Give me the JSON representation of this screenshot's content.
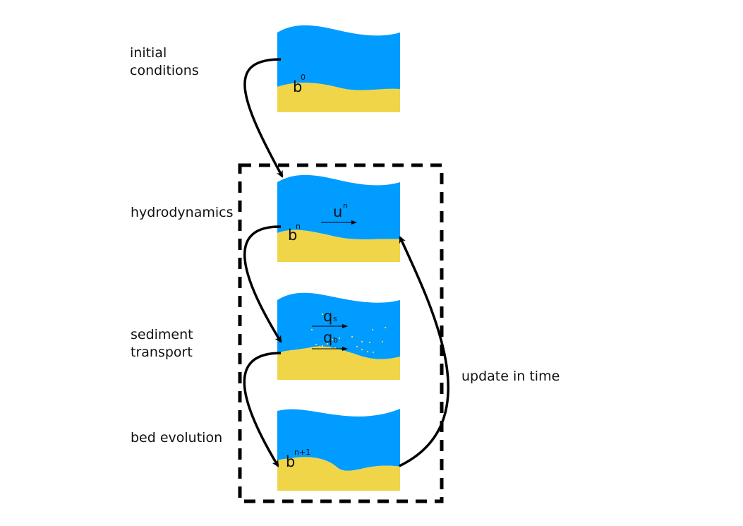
{
  "labels": {
    "initial_conditions": [
      "initial",
      "conditions"
    ],
    "hydrodynamics": "hydrodynamics",
    "sediment_transport": [
      "sediment",
      "transport"
    ],
    "bed_evolution": "bed evolution",
    "update": "update in time"
  },
  "variables": {
    "b0": {
      "main": "b",
      "sup": "0"
    },
    "un": {
      "main": "u",
      "sup": "n"
    },
    "bn": {
      "main": "b",
      "sup": "n"
    },
    "qs": {
      "main": "q",
      "sub": "s"
    },
    "qb": {
      "main": "q",
      "sub": "b"
    },
    "bn1": {
      "main": "b",
      "sup": "n+1"
    }
  },
  "colors": {
    "water": "#009cff",
    "sediment": "#f0d548",
    "arrow": "#000000",
    "box": "#000000"
  }
}
